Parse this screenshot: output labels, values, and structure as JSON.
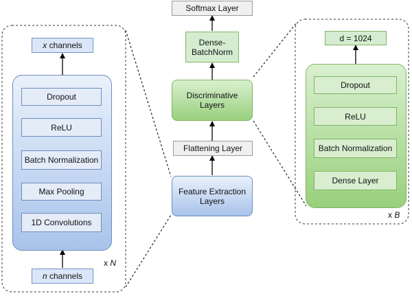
{
  "center": {
    "softmax": "Softmax Layer",
    "dense_batchnorm_line1": "Dense-",
    "dense_batchnorm_line2": "BatchNorm",
    "discriminative_line1": "Discriminative",
    "discriminative_line2": "Layers",
    "flattening": "Flattening Layer",
    "feature_line1": "Feature Extraction",
    "feature_line2": "Layers"
  },
  "left": {
    "output_var": "x",
    "output_label": "channels",
    "layers": [
      "Dropout",
      "ReLU",
      "Batch Normalization",
      "Max Pooling",
      "1D Convolutions"
    ],
    "input_var": "n",
    "input_label": "channels",
    "repeat_prefix": "x",
    "repeat_var": "N"
  },
  "right": {
    "output": "d = 1024",
    "layers": [
      "Dropout",
      "ReLU",
      "Batch Normalization",
      "Dense Layer"
    ],
    "repeat_prefix": "x",
    "repeat_var": "B"
  },
  "colors": {
    "blue_fill": "#dae8fc",
    "blue_stroke": "#6c8ebf",
    "green_fill": "#d5e8d4",
    "green_stroke": "#82b366",
    "gray_fill": "#f5f5f5",
    "gray_stroke": "#999999",
    "arrow": "#000000"
  }
}
